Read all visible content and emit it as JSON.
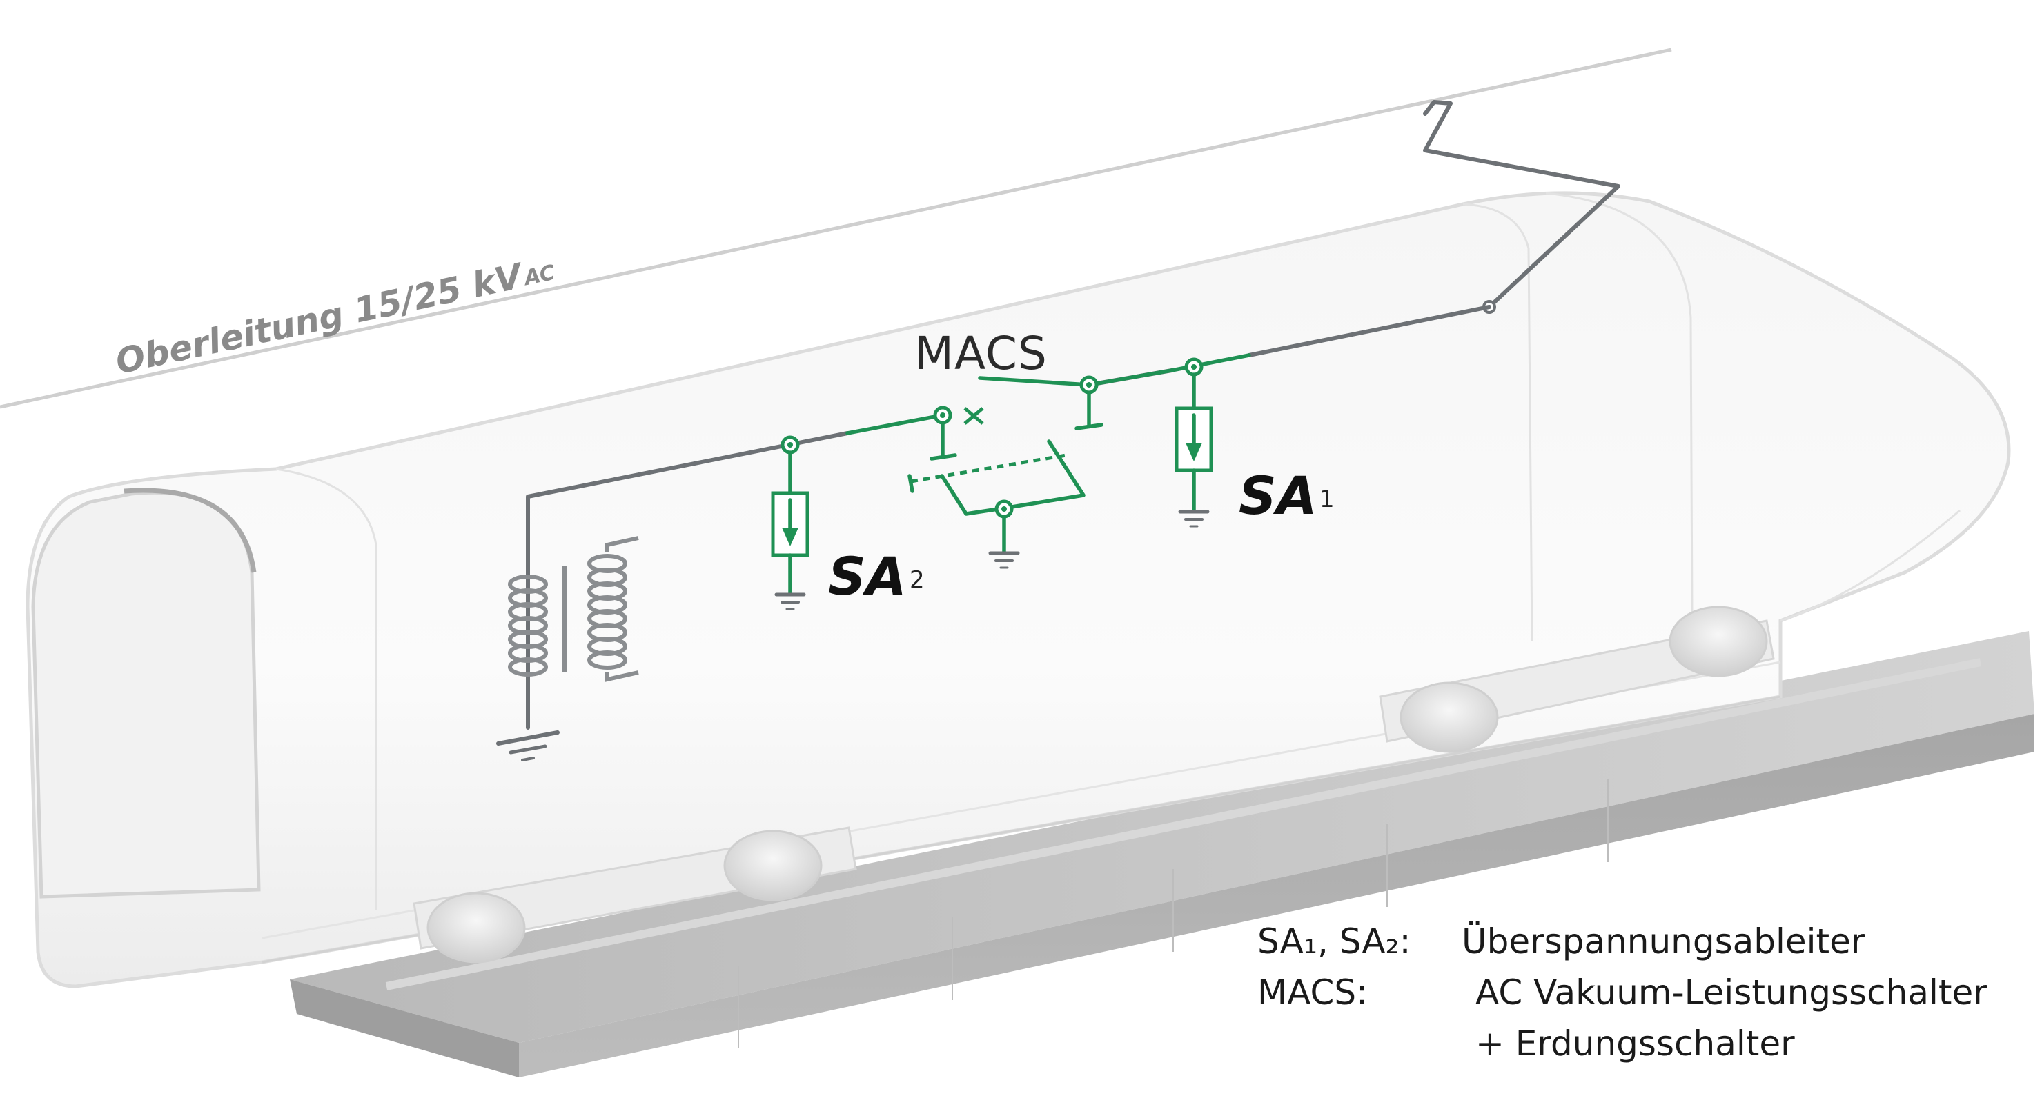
{
  "catenary": {
    "label": "Oberleitung 15/25 kV",
    "unit_sub": "AC"
  },
  "macs": {
    "label": "MACS"
  },
  "arresters": [
    {
      "label": "SA",
      "index": "1"
    },
    {
      "label": "SA",
      "index": "2"
    }
  ],
  "legend": {
    "row1_key": "SA₁, SA₂:",
    "row1_value": "Überspannungsableiter",
    "row2_key": "MACS:",
    "row2_value": "AC Vakuum-Leistungsschalter",
    "row3_value": "+ Erdungsschalter"
  },
  "colors": {
    "circuit_green": "#1f9154",
    "wire_gray": "#6d7175",
    "label_gray": "#8a8a8a"
  }
}
